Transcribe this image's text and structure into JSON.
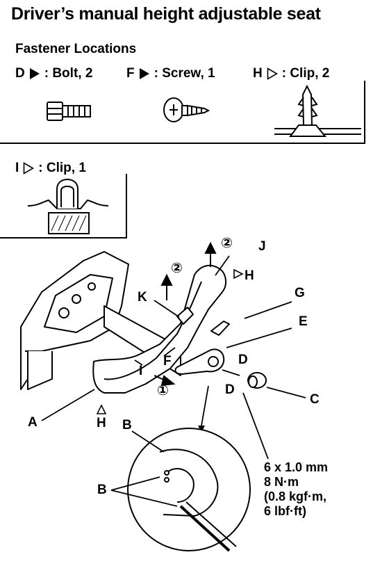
{
  "title": "Driver’s manual height adjustable seat",
  "subtitle": "Fastener Locations",
  "fasteners": [
    {
      "letter": "D",
      "marker": "solid-triangle",
      "desc": ": Bolt, 2"
    },
    {
      "letter": "F",
      "marker": "solid-triangle",
      "desc": ": Screw, 1"
    },
    {
      "letter": "H",
      "marker": "open-triangle",
      "desc": ": Clip, 2"
    },
    {
      "letter": "I",
      "marker": "open-triangle",
      "desc": ": Clip, 1"
    }
  ],
  "callouts": {
    "A": "A",
    "B_top": "B",
    "B_left": "B",
    "C": "C",
    "D_upper": "D",
    "D_lower": "D",
    "E": "E",
    "F": "F",
    "G": "G",
    "H_upper": "H",
    "H_lower": "H",
    "I": "I",
    "J": "J",
    "K": "K",
    "step1": "①",
    "step2_left": "②",
    "step2_right": "②"
  },
  "spec": [
    "6 x 1.0 mm",
    "8 N·m",
    "(0.8 kgf·m,",
    "6 lbf·ft)"
  ]
}
